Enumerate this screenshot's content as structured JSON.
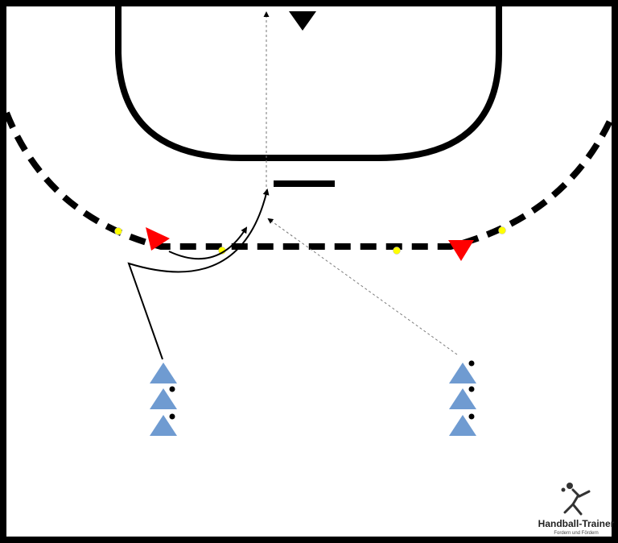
{
  "diagram": {
    "kind": "handball drill court diagram",
    "colors": {
      "background": "#000000",
      "court": "#ffffff",
      "lines": "#000000",
      "defender": "#ff0000",
      "attacker": "#6f9bd1",
      "cone": "#ffff00",
      "goalkeeper": "#000000"
    },
    "icons": [
      "goalkeeper-triangle",
      "defender-triangle",
      "attacker-triangle",
      "ball-dot",
      "cone-dot",
      "pass-arrow",
      "run-arrow",
      "handball-player-logo"
    ],
    "player_counts": {
      "defenders": 2,
      "attackers_left_queue": 3,
      "attackers_right_queue": 3,
      "cones": 4
    }
  },
  "logo": {
    "title": "Handball-Trainer",
    "tagline": "Fordern und Fördern"
  }
}
